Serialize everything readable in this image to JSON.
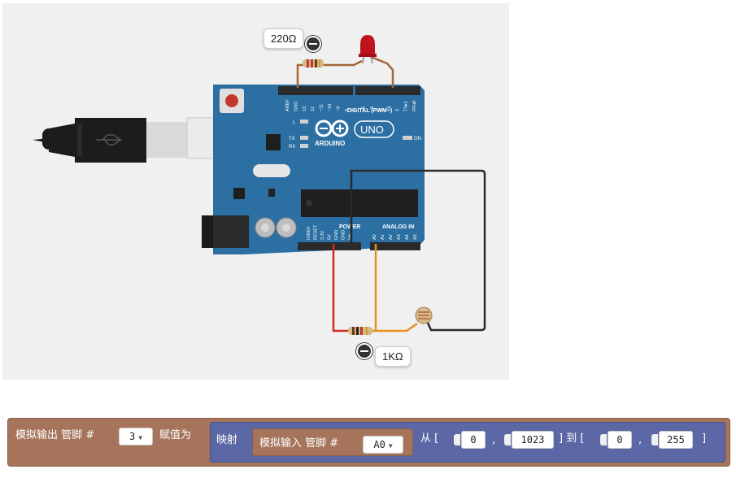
{
  "circuit": {
    "resistor_top_label": "220Ω",
    "resistor_bottom_label": "1KΩ",
    "board": {
      "brand": "ARDUINO",
      "model": "UNO",
      "digital_header_label": "DIGITAL (PWM~)",
      "power_label": "POWER",
      "analog_label": "ANALOG IN",
      "on_label": "ON",
      "led_labels": [
        "L",
        "TX",
        "RX"
      ],
      "digital_pins": [
        "AREF",
        "GND",
        "13",
        "12",
        "~11",
        "~10",
        "~9",
        "8",
        "7",
        "~6",
        "~5",
        "4",
        "~3",
        "2",
        "TX▸1",
        "RX◂0"
      ],
      "power_pins": [
        "IOREF",
        "RESET",
        "3.3V",
        "5V",
        "GND",
        "GND",
        "Vin"
      ],
      "analog_pins": [
        "A0",
        "A1",
        "A2",
        "A3",
        "A4",
        "A5"
      ]
    },
    "colors": {
      "board": "#2b6fa3",
      "wire_red": "#d42a1f",
      "wire_orange": "#e8901e",
      "wire_black": "#2a2a2a",
      "wire_brown": "#a0673c",
      "led": "#c0141c"
    }
  },
  "blocks": {
    "analog_write_label": "模拟输出 管脚 #",
    "write_pin": "3",
    "assign_label": "赋值为",
    "map_label": "映射",
    "analog_read_label": "模拟输入 管脚 #",
    "read_pin": "A0",
    "from_label": "从 [",
    "from_low": "0",
    "comma1": ",",
    "from_high": "1023",
    "to_label": "] 到 [",
    "to_low": "0",
    "comma2": ",",
    "to_high": "255",
    "close_bracket": "]",
    "colors": {
      "io_block": "#a5745b",
      "math_block": "#5c68a6"
    }
  }
}
